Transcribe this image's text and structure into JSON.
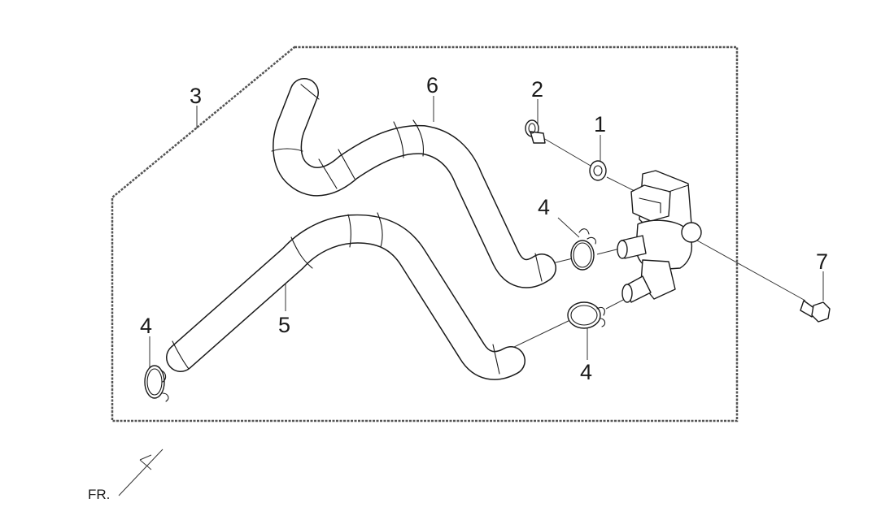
{
  "diagram": {
    "callouts": [
      {
        "id": "valve",
        "label": "1"
      },
      {
        "id": "cap",
        "label": "2"
      },
      {
        "id": "kit",
        "label": "3"
      },
      {
        "id": "clamp-mid",
        "label": "4"
      },
      {
        "id": "clamp-left",
        "label": "4"
      },
      {
        "id": "clamp-low",
        "label": "4"
      },
      {
        "id": "hose-lower",
        "label": "5"
      },
      {
        "id": "hose-upper",
        "label": "6"
      },
      {
        "id": "bolt",
        "label": "7"
      }
    ],
    "front_marker": {
      "label": "FR."
    }
  }
}
